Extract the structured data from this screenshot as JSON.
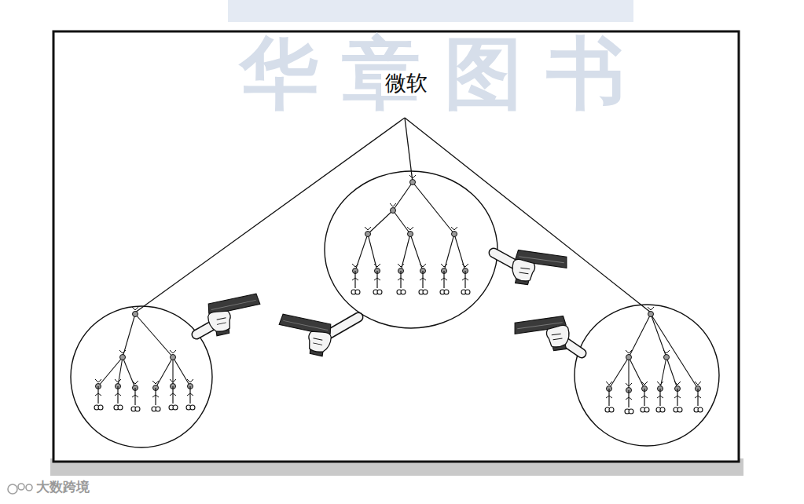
{
  "diagram": {
    "title": "微软",
    "labels": [
      "华章图书",
      "大数跨境"
    ]
  }
}
